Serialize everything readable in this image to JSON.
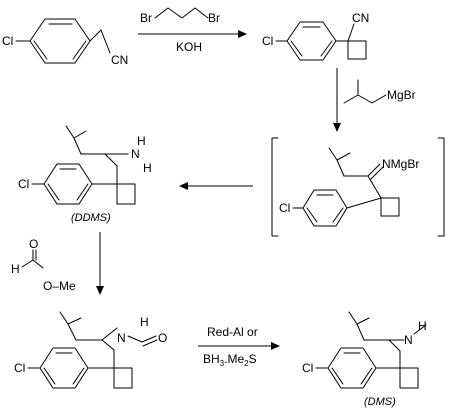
{
  "labels": {
    "cl": "Cl",
    "cn": "CN",
    "n_small": "N",
    "h": "H",
    "nh_n": "N",
    "nmgbr": "NMgBr",
    "mgbr": "MgBr",
    "br": "Br",
    "o": "O",
    "ome": "O–Me",
    "me": "",
    "nh_me_n": "N"
  },
  "reagents": {
    "step1_top": "Br",
    "step1_bottom": "KOH",
    "step2": "MgBr",
    "step5_top": "Red-Al or",
    "step5_bottom_a": "BH",
    "step5_bottom_sub1": "3",
    "step5_bottom_b": ".Me",
    "step5_bottom_sub2": "2",
    "step5_bottom_c": "S"
  },
  "captions": {
    "ddms": "(DDMS)",
    "dms": "(DMS)"
  }
}
